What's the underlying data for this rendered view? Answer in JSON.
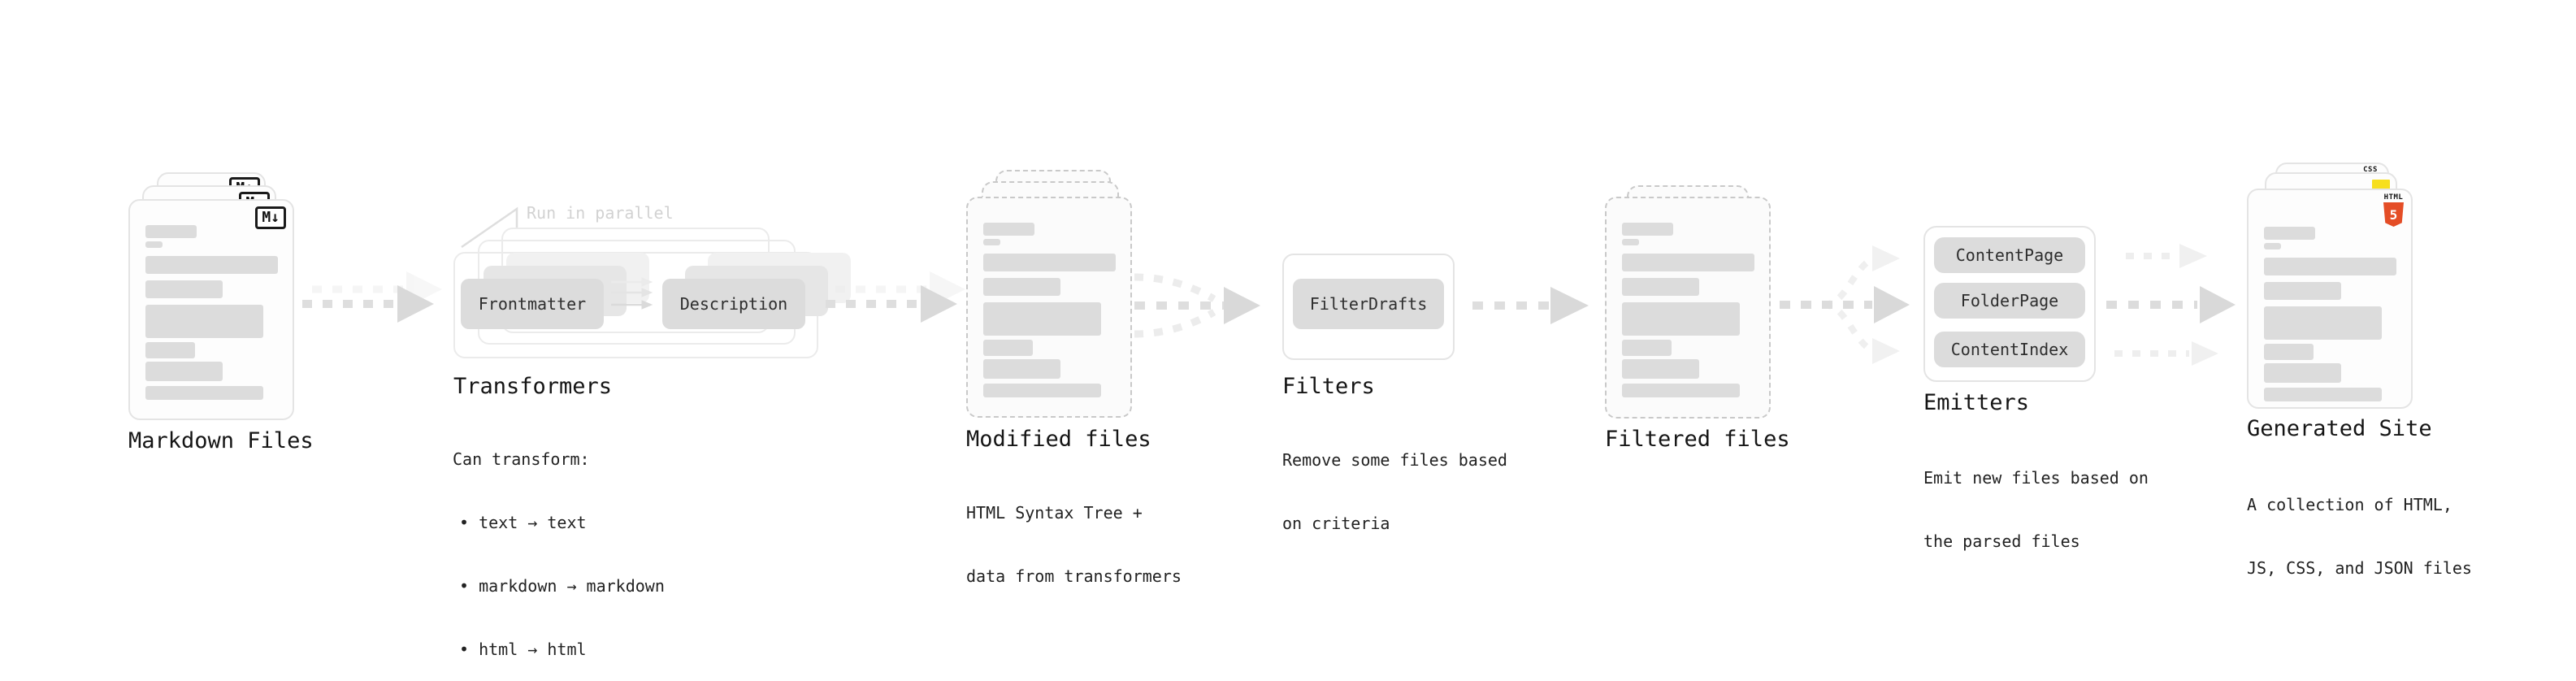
{
  "stages": {
    "markdown": {
      "label": "Markdown Files"
    },
    "transformers": {
      "label": "Transformers",
      "note": "Run in parallel",
      "chips": [
        "Frontmatter",
        "Description"
      ],
      "desc_title": "Can transform:",
      "bullets": [
        "text → text",
        "markdown → markdown",
        "html → html"
      ]
    },
    "modified": {
      "label": "Modified files",
      "desc": [
        "HTML Syntax Tree +",
        "data from transformers"
      ]
    },
    "filters": {
      "label": "Filters",
      "chips": [
        "FilterDrafts"
      ],
      "desc": [
        "Remove some files based",
        "on criteria"
      ]
    },
    "filtered": {
      "label": "Filtered files"
    },
    "emitters": {
      "label": "Emitters",
      "chips": [
        "ContentPage",
        "FolderPage",
        "ContentIndex"
      ],
      "desc": [
        "Emit new files based on",
        "the parsed files"
      ]
    },
    "generated": {
      "label": "Generated Site",
      "desc": [
        "A collection of HTML,",
        "JS, CSS, and JSON files"
      ]
    }
  },
  "badges": {
    "markdown": "M↓",
    "html5_word": "HTML",
    "html5_number": "5",
    "css": "CSS"
  },
  "colors": {
    "html5_orange": "#E44D26",
    "js_yellow": "#F7DF1E",
    "css_blue": "#2965F1",
    "chip_gray": "#DCDCDC",
    "arrow_gray": "#DBDBDB",
    "note_gray": "#D2D2D2"
  }
}
